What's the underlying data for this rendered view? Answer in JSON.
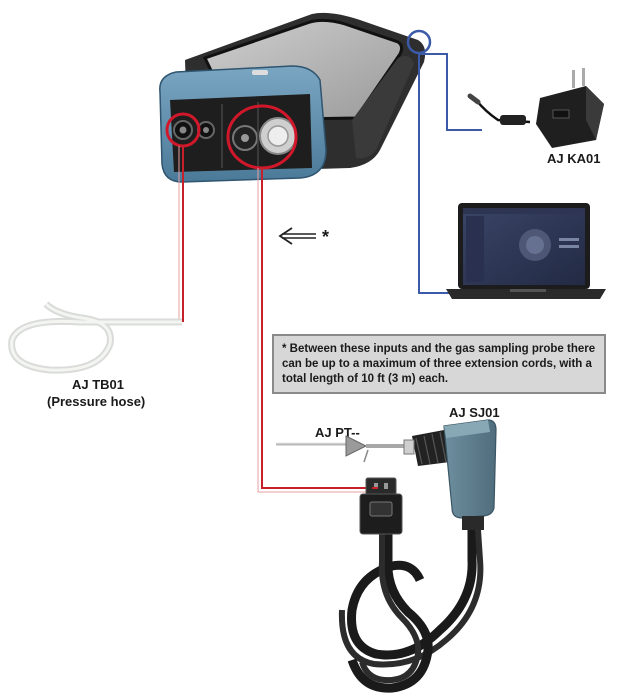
{
  "labels": {
    "charger": "AJ KA01",
    "pressure_hose": "AJ TB01",
    "pressure_hose_desc": "(Pressure hose)",
    "probe": "AJ PT--",
    "adapter": "AJ SJ01",
    "asterisk": "*"
  },
  "note": {
    "text": "* Between these inputs and the gas sampling probe there can be up to a maximum of three extension cords, with a total length of 10 ft (3 m) each."
  },
  "colors": {
    "red_line": "#c8202a",
    "blue_line": "#3b5aa8",
    "device_blue": "#5f8fae",
    "device_dark": "#2b2b2b",
    "highlight_circle": "#d0182a"
  },
  "icons": {
    "arrow": "left-arrow-icon"
  }
}
